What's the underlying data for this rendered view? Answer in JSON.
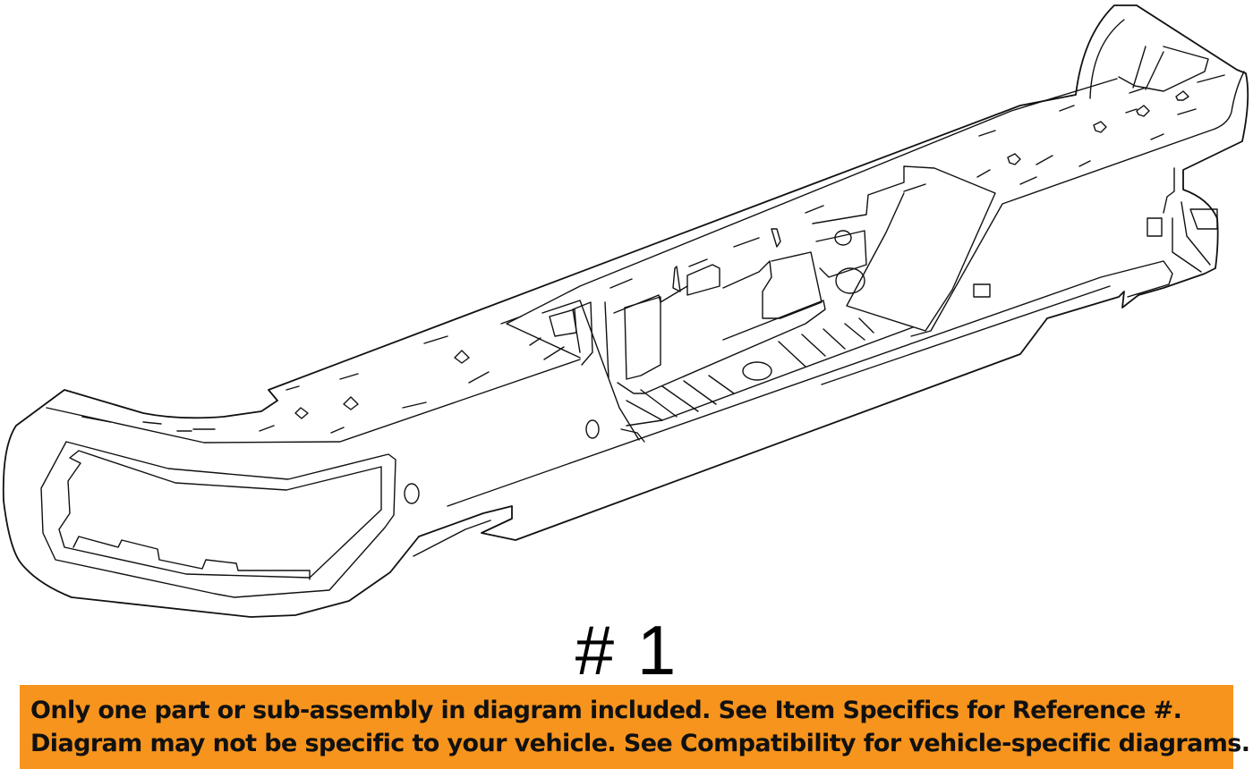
{
  "diagram": {
    "subject": "rear bumper assembly line drawing",
    "reference_label": "# 1"
  },
  "banner": {
    "background_color": "#F7941D",
    "text_color": "#111111",
    "line1": "Only one part or sub-assembly in diagram included. See Item Specifics for Reference #.",
    "line2": "Diagram may not be specific to your vehicle. See Compatibility for vehicle-specific diagrams."
  }
}
